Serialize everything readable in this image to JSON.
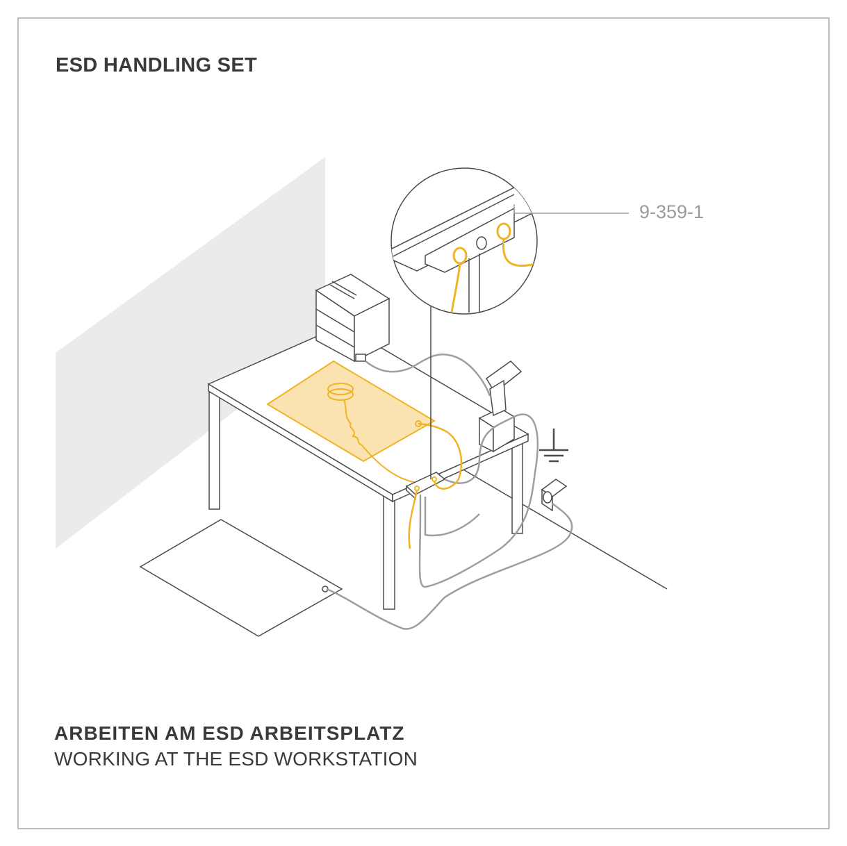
{
  "title": "ESD HANDLING SET",
  "callout_part_number": "9-359-1",
  "heading_de": "ARBEITEN AM ESD ARBEITSPLATZ",
  "heading_en": "WORKING AT THE ESD WORKSTATION",
  "colors": {
    "frame": "#bdbdbd",
    "line": "#4a4a4a",
    "cable_gray": "#9e9e9e",
    "accent_yellow": "#f0b323",
    "mat_fill": "#fbe3b1",
    "wall": "#ebebeb",
    "text": "#3a3a3a"
  },
  "icons": [
    "ground-symbol-icon",
    "wrist-strap-icon",
    "wall-socket-icon",
    "soldering-station-icon",
    "parts-cabinet-icon"
  ]
}
